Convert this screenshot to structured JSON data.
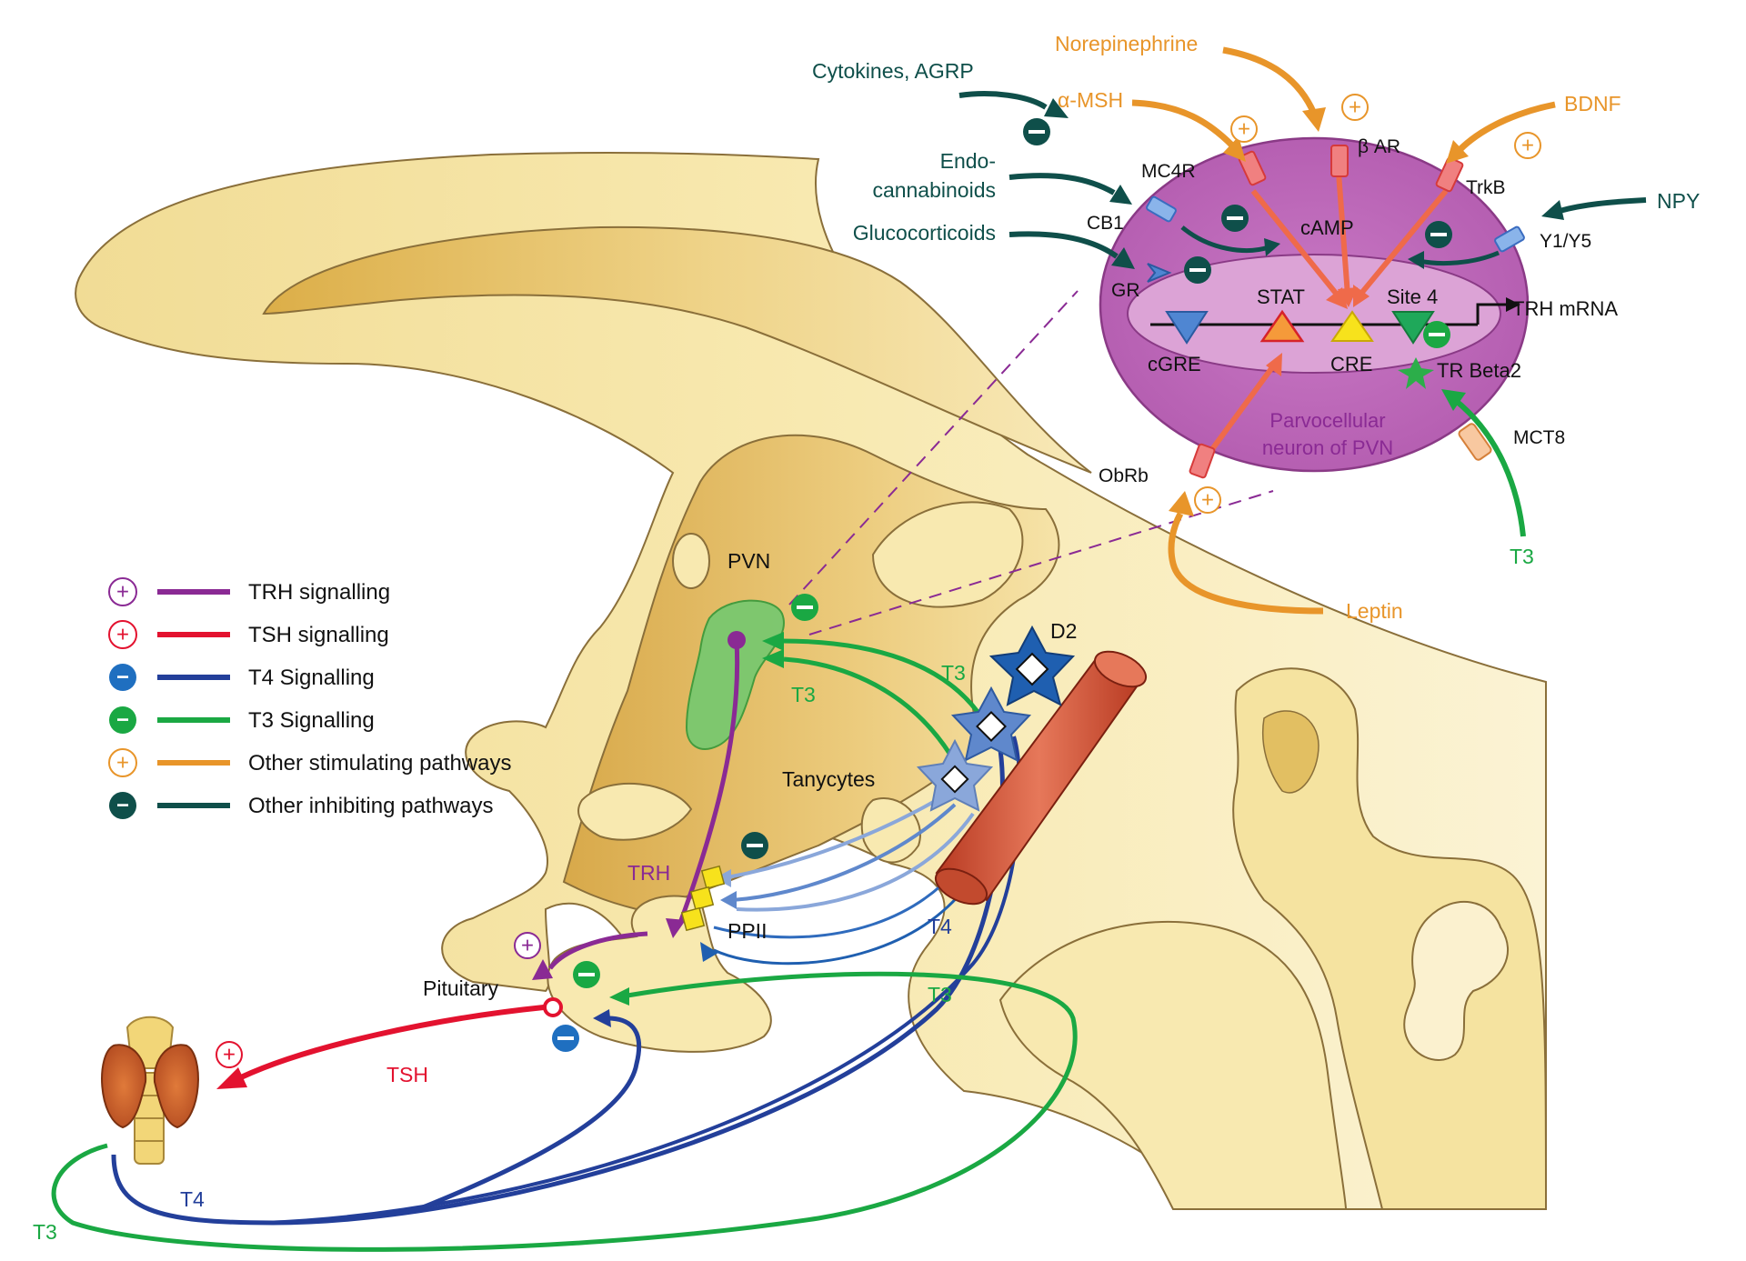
{
  "colors": {
    "brain": "#f8e9b0",
    "brain_edge": "#8a6f3a",
    "hypothalamus_dark": "#dcb45a",
    "trh": "#8a2a94",
    "tsh": "#e3122f",
    "t4": "#233f9a",
    "t3": "#1aa843",
    "stimulating": "#e8952a",
    "inhibiting": "#0f4f4a",
    "neuron_fill": "#c46bbf",
    "nucleus_fill": "#dca3d6",
    "internal_arrow": "#ef6a4a",
    "tanycyte": "#8aa7da",
    "d2_blue": "#1f5fb0",
    "vessel": "#d4553a"
  },
  "legend": [
    {
      "sign": "+",
      "sign_color": "#8a2a94",
      "filled": false,
      "line_color": "#8a2a94",
      "label": "TRH signalling"
    },
    {
      "sign": "+",
      "sign_color": "#e3122f",
      "filled": false,
      "line_color": "#e3122f",
      "label": "TSH signalling"
    },
    {
      "sign": "−",
      "sign_color": "#1f6fc0",
      "filled": true,
      "line_color": "#233f9a",
      "label": "T4 Signalling"
    },
    {
      "sign": "−",
      "sign_color": "#1aa843",
      "filled": true,
      "line_color": "#1aa843",
      "label": "T3 Signalling"
    },
    {
      "sign": "+",
      "sign_color": "#e8952a",
      "filled": false,
      "line_color": "#e8952a",
      "label": "Other stimulating pathways"
    },
    {
      "sign": "−",
      "sign_color": "#0f4f4a",
      "filled": true,
      "line_color": "#0f4f4a",
      "label": "Other inhibiting pathways"
    }
  ],
  "neuron": {
    "title_line1": "Parvocellular",
    "title_line2": "neuron of PVN",
    "camp": "cAMP",
    "elements": {
      "stat": "STAT",
      "site4": "Site 4",
      "cgre": "cGRE",
      "cre": "CRE",
      "trh_mrna": "TRH mRNA",
      "tr_beta2": "TR Beta2"
    },
    "receptors": {
      "mc4r": "MC4R",
      "bar": "β AR",
      "trkb": "TrkB",
      "cb1": "CB1",
      "gr": "GR",
      "y1y5": "Y1/Y5",
      "obrb": "ObRb",
      "mct8": "MCT8"
    }
  },
  "inputs": {
    "cytokines": "Cytokines, AGRP",
    "amsh": "α-MSH",
    "norepinephrine": "Norepinephrine",
    "bdnf": "BDNF",
    "endo1": "Endo-",
    "endo2": "cannabinoids",
    "gluco": "Glucocorticoids",
    "npy": "NPY",
    "leptin": "Leptin",
    "t3_in": "T3"
  },
  "brain_labels": {
    "pvn": "PVN",
    "t3_a": "T3",
    "t3_b": "T3",
    "t3_c": "T3",
    "t3_d": "T3",
    "d2": "D2",
    "tanycytes": "Tanycytes",
    "trh": "TRH",
    "ppii": "PPII",
    "t4_a": "T4",
    "t4_b": "T4",
    "pituitary": "Pituitary",
    "tsh": "TSH"
  }
}
